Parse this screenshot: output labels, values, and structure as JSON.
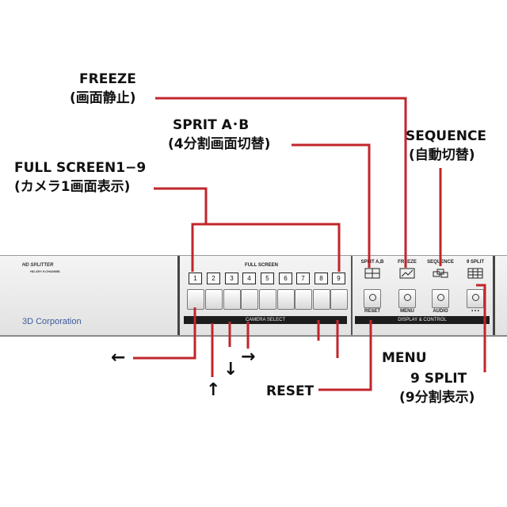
{
  "callouts": {
    "freeze": {
      "title": "FREEZE",
      "sub": "(画面静止)"
    },
    "split_ab": {
      "title": "SPRIT A･B",
      "sub": "(4分割画面切替)"
    },
    "sequence": {
      "title": "SEQUENCE",
      "sub": "(自動切替)"
    },
    "full_screen": {
      "title": "FULL SCREEN1−9",
      "sub": "(カメラ1画面表示)"
    },
    "menu": {
      "title": "MENU"
    },
    "nine_split": {
      "title": "9 SPLIT",
      "sub": "(9分割表示)"
    },
    "reset": {
      "title": "RESET"
    }
  },
  "device": {
    "model": "HD SPLITTER",
    "model_sub": "HD-S9Y  9 CHANNEL",
    "brand": "3D Corporation",
    "full_screen_label": "FULL SCREEN",
    "camera_select_label": "CAMERA SELECT",
    "display_control_label": "DISPLAY & CONTROL",
    "channels": [
      "1",
      "2",
      "3",
      "4",
      "5",
      "6",
      "7",
      "8",
      "9"
    ],
    "controls": [
      {
        "top": "SPLIT A,B",
        "bottom": "RESET",
        "icon": "split-four-icon"
      },
      {
        "top": "FREEZE",
        "bottom": "MENU",
        "icon": "freeze-icon"
      },
      {
        "top": "SEQUENCE",
        "bottom": "AUDIO",
        "icon": "sequence-icon"
      },
      {
        "top": "9 SPLIT",
        "bottom": "• • •",
        "icon": "split-nine-icon"
      }
    ]
  },
  "arrows": {
    "left": "←",
    "up": "↑",
    "down": "↓",
    "right": "→"
  },
  "colors": {
    "leader": "#c0262b",
    "panel_strip": "#1d1d1d",
    "brand": "#3a5a9a"
  }
}
